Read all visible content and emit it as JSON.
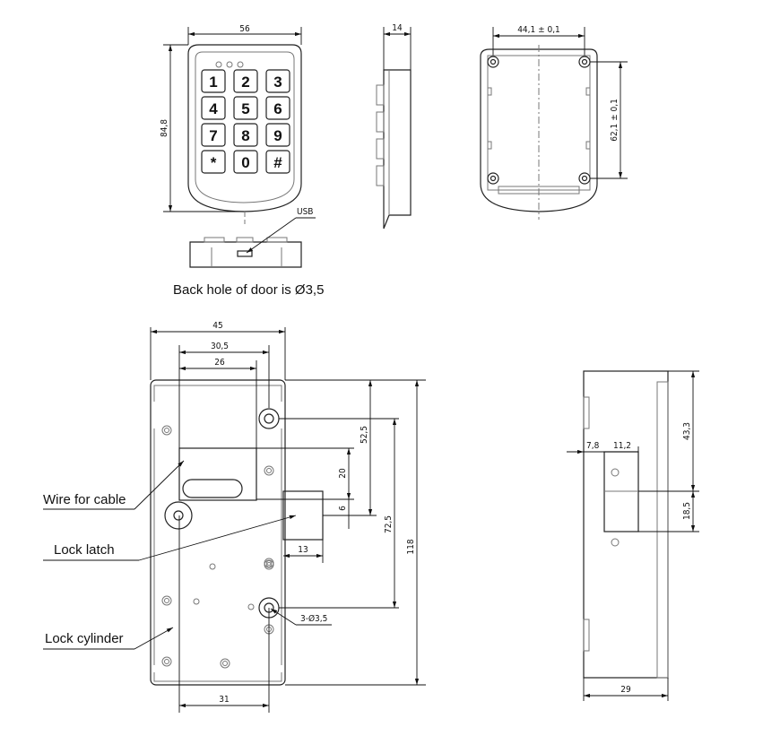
{
  "keypad_front": {
    "width_dim": "56",
    "height_dim": "84,8",
    "keys": [
      "1",
      "2",
      "3",
      "4",
      "5",
      "6",
      "7",
      "8",
      "9",
      "*",
      "0",
      "#"
    ]
  },
  "keypad_side": {
    "depth_dim": "14"
  },
  "keypad_back": {
    "width_dim": "44,1 ± 0,1",
    "height_dim": "62,1 ± 0,1"
  },
  "keypad_bottom": {
    "usb_label": "USB",
    "note": "Back hole of door is Ø3,5"
  },
  "lock_front": {
    "dims": {
      "total_width": "45",
      "d30_5": "30,5",
      "d26": "26",
      "d52_5": "52,5",
      "d20": "20",
      "d6": "6",
      "d72_5": "72,5",
      "d118": "118",
      "d13": "13",
      "holes": "3-Ø3,5",
      "d31": "31"
    },
    "labels": {
      "wire": "Wire for cable",
      "latch": "Lock latch",
      "cylinder": "Lock cylinder"
    }
  },
  "lock_side": {
    "dims": {
      "d7_8": "7,8",
      "d11_2": "11,2",
      "d43_3": "43,3",
      "d18_5": "18,5",
      "d29": "29"
    }
  }
}
